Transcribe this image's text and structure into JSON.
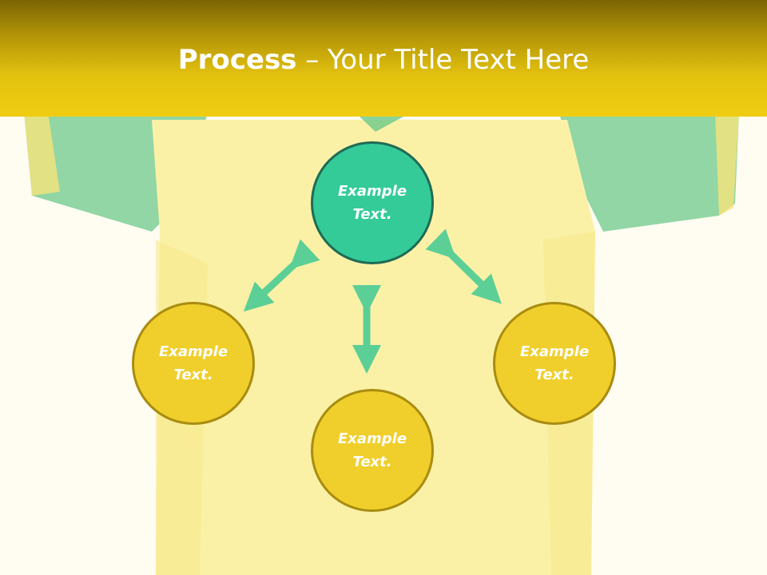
{
  "title": {
    "bold": "Process",
    "rest": " – Your Title Text Here"
  },
  "nodes": {
    "top": {
      "label": "Example Text."
    },
    "left": {
      "label": "Example Text."
    },
    "bottom": {
      "label": "Example Text."
    },
    "right": {
      "label": "Example Text."
    }
  },
  "colors": {
    "header": "#f0cd12",
    "node_yellow": "#f0cf2c",
    "node_green": "#34cb98",
    "arrow": "#5ccf97"
  },
  "icons": [
    "double-arrow-icon"
  ]
}
